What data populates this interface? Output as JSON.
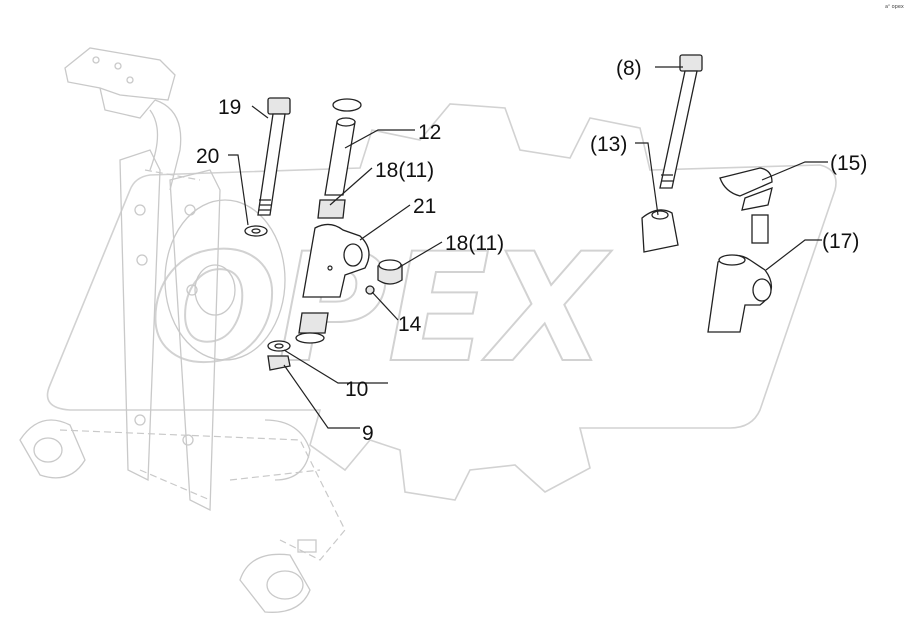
{
  "watermark": {
    "text": "OPEX",
    "shape": "gear"
  },
  "stamp": "aⁿ opex",
  "callouts": [
    {
      "id": "19",
      "text": "19"
    },
    {
      "id": "20",
      "text": "20"
    },
    {
      "id": "12",
      "text": "12"
    },
    {
      "id": "18a",
      "text": "18(11)"
    },
    {
      "id": "21",
      "text": "21"
    },
    {
      "id": "18b",
      "text": "18(11)"
    },
    {
      "id": "14",
      "text": "14"
    },
    {
      "id": "10",
      "text": "10"
    },
    {
      "id": "9",
      "text": "9"
    },
    {
      "id": "8",
      "text": "(8)"
    },
    {
      "id": "13",
      "text": "(13)"
    },
    {
      "id": "15",
      "text": "(15)"
    },
    {
      "id": "17",
      "text": "(17)"
    }
  ]
}
